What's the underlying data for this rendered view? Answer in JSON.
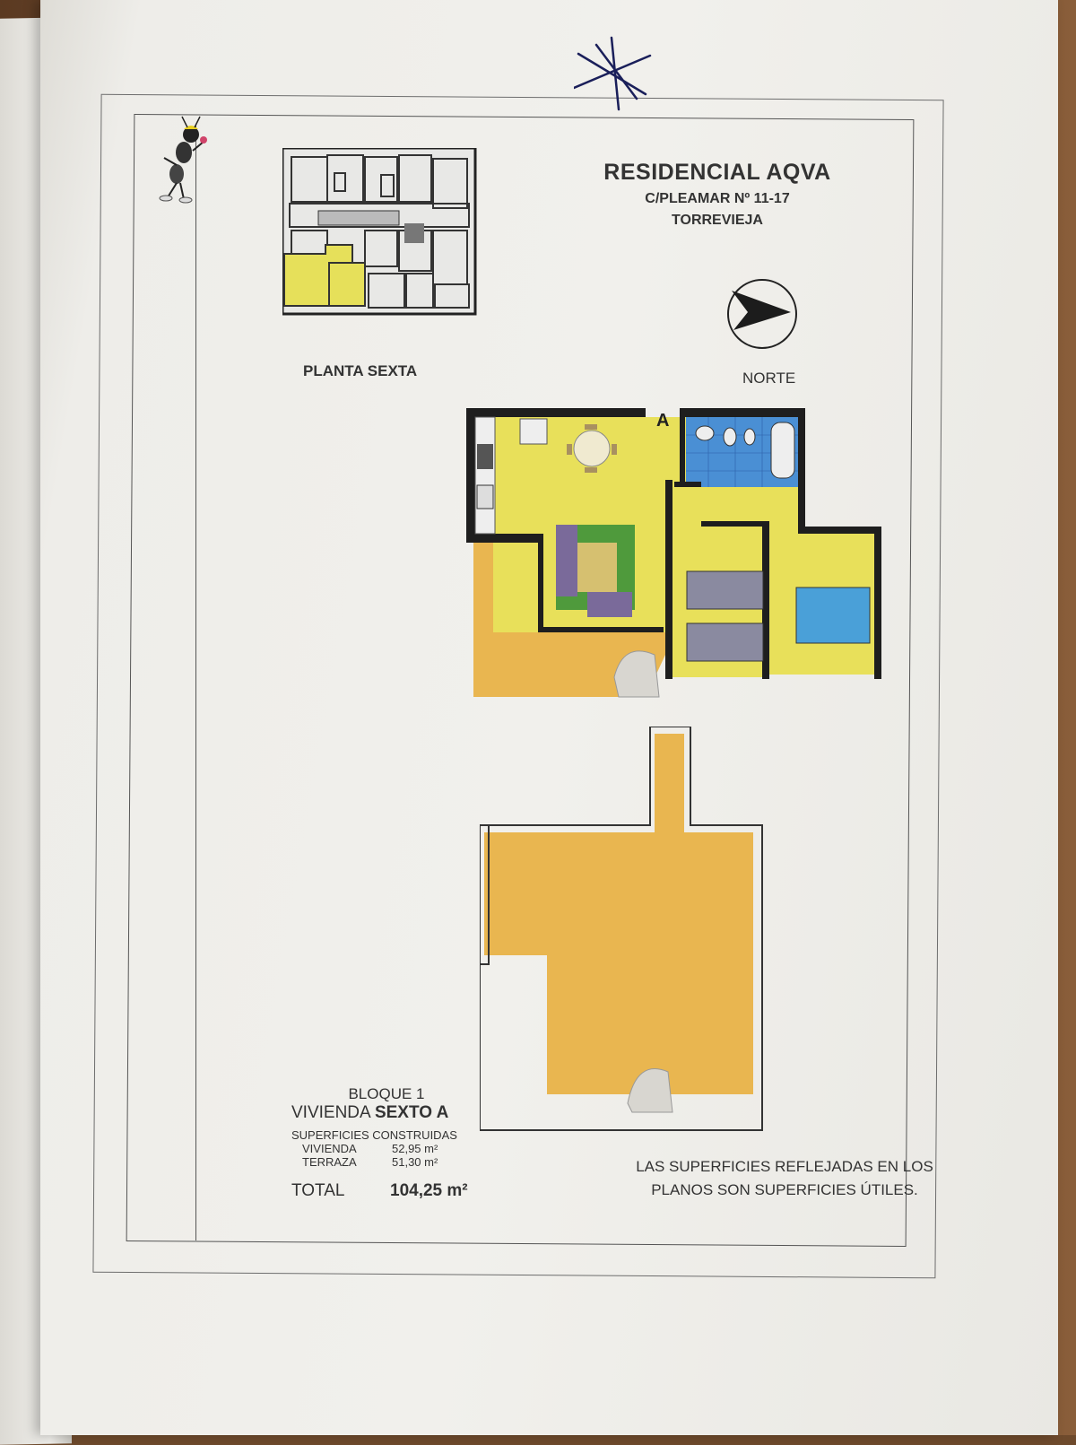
{
  "header": {
    "title": "RESIDENCIAL AQVA",
    "address": "C/PLEAMAR Nº 11-17",
    "city": "TORREVIEJA"
  },
  "key_plan": {
    "floor_label": "PLANTA SEXTA"
  },
  "compass": {
    "label": "NORTE"
  },
  "plan": {
    "unit_letter": "A"
  },
  "summary": {
    "block": "BLOQUE 1",
    "unit_prefix": "VIVIENDA",
    "unit_name": "SEXTO A",
    "surfaces_title": "SUPERFICIES CONSTRUIDAS",
    "rows": [
      {
        "label": "VIVIENDA",
        "value": "52,95 m²"
      },
      {
        "label": "TERRAZA",
        "value": "51,30 m²"
      }
    ],
    "total_label": "TOTAL",
    "total_value": "104,25 m²"
  },
  "note": "LAS SUPERFICIES REFLEJADAS EN LOS PLANOS SON SUPERFICIES ÚTILES.",
  "colors": {
    "living_yellow": "#e8e05a",
    "terrace_orange": "#e9b650",
    "bath_blue": "#4a8fd4",
    "bed_blue": "#4aa0d8",
    "sofa_purple": "#7a6a9a",
    "rug_green": "#4f9a3c"
  }
}
